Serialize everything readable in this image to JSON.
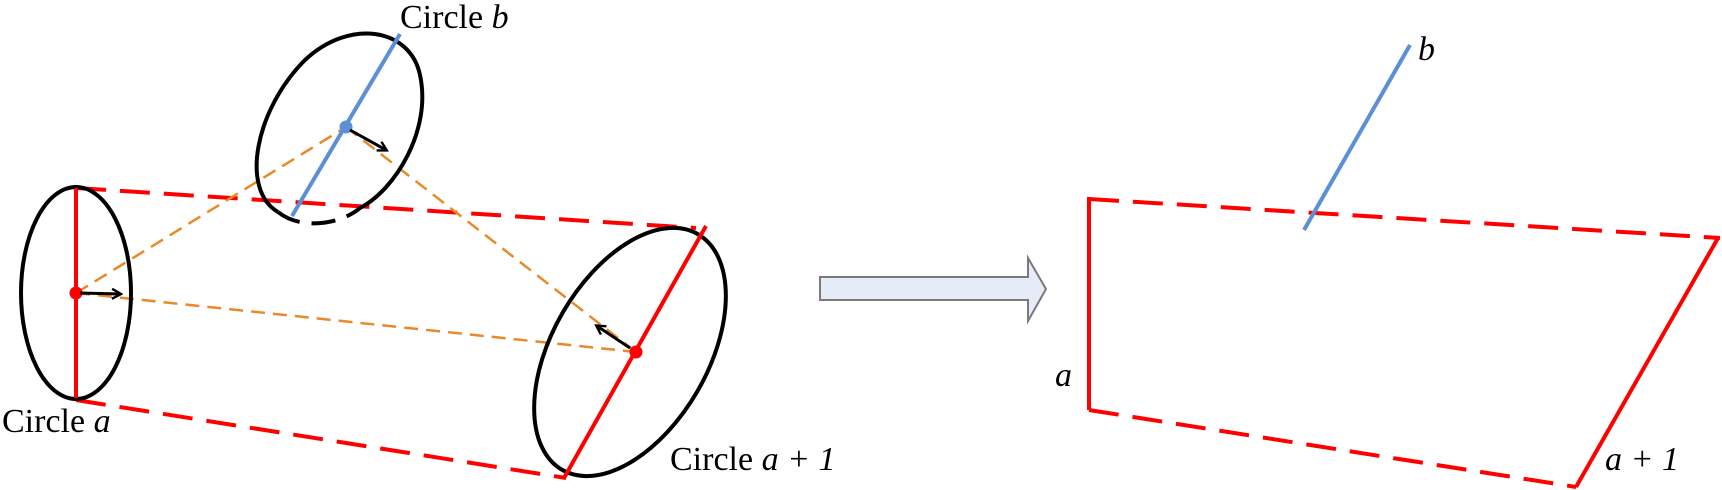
{
  "labels": {
    "circle_word": "Circle",
    "a": "a",
    "b": "b",
    "a_plus_1": "a + 1"
  },
  "colors": {
    "circle_outline": "#000000",
    "circle_a_edge": "#ff0000",
    "circle_b_edge": "#5b8fd6",
    "connector": "#e88a2a",
    "transition_arrow_fill": "#e6ecf7",
    "transition_arrow_stroke": "#7a7a7a"
  }
}
